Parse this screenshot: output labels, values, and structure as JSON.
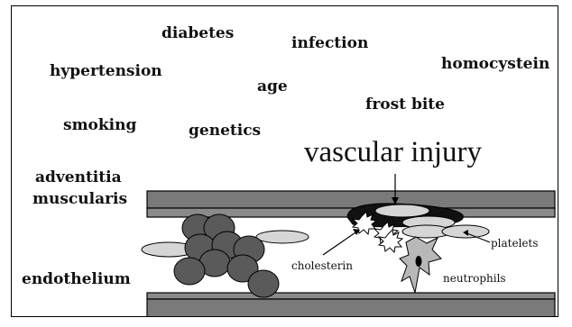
{
  "risk_factors": {
    "diabetes": "diabetes",
    "infection": "infection",
    "hypertension": "hypertension",
    "age": "age",
    "homocystein": "homocystein",
    "frost_bite": "frost bite",
    "smoking": "smoking",
    "genetics": "genetics"
  },
  "central_label": "vascular injury",
  "layers": {
    "adventitia": "adventitia",
    "muscularis": "muscularis",
    "endothelium": "endothelium"
  },
  "cell_labels": {
    "cholesterin": "cholesterin",
    "platelets": "platelets",
    "neutrophils": "neutrophils"
  },
  "colors": {
    "wall_fill": "#7a7a7a",
    "red_cell_fill": "#5a5a5a",
    "platelet_fill": "#d6d6d6",
    "plaque_fill": "#111111",
    "neutrophil_fill": "#b8b8b8"
  }
}
